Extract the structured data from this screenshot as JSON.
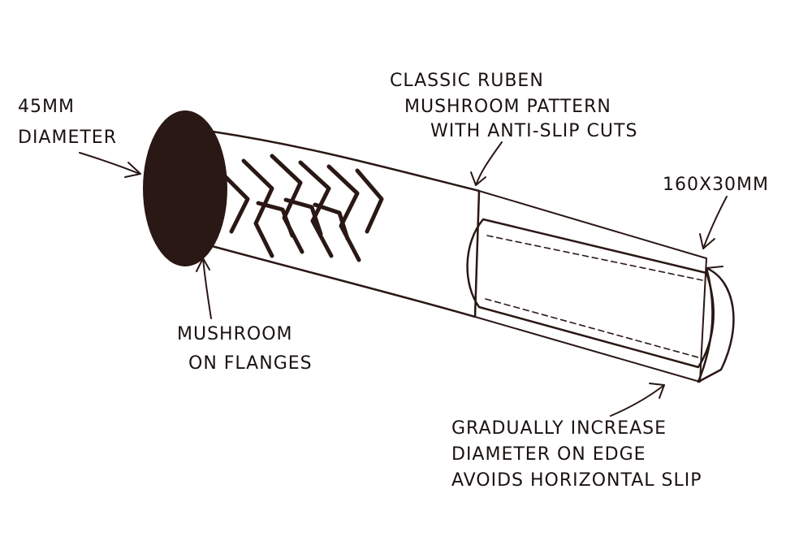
{
  "callouts": {
    "diameter": [
      "45MM",
      "DIAMETER"
    ],
    "pattern": [
      "CLASSIC RUBEN",
      "MUSHROOM PATTERN",
      "WITH ANTI-SLIP CUTS"
    ],
    "size": [
      "160X30MM"
    ],
    "flanges": [
      "MUSHROOM",
      "ON FLANGES"
    ],
    "edge": [
      "GRADUALLY INCREASE",
      "DIAMETER ON EDGE",
      "AVOIDS HORIZONTAL SLIP"
    ]
  },
  "colors": {
    "ink": "#2a1815",
    "grip": "#3a221e",
    "paper": "#ffffff"
  }
}
